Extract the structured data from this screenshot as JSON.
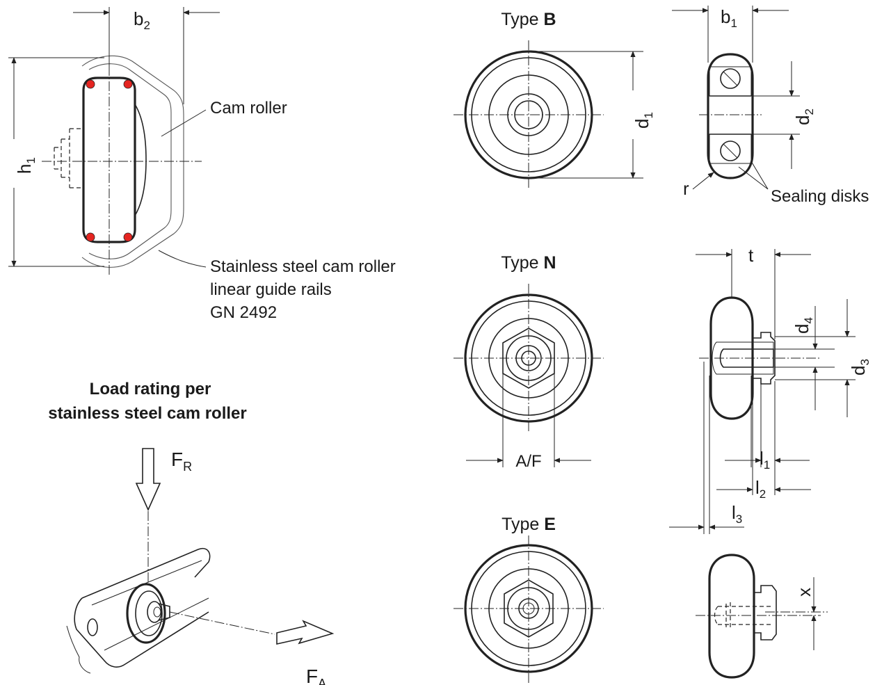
{
  "labels": {
    "b2_main": "b",
    "b2_sub": "2",
    "h1_main": "h",
    "h1_sub": "1",
    "cam_roller": "Cam roller",
    "rail_line1": "Stainless steel cam roller",
    "rail_line2": "linear guide rails",
    "rail_line3": "GN 2492",
    "load_line1": "Load rating per",
    "load_line2": "stainless steel cam roller",
    "fr_main": "F",
    "fr_sub": "R",
    "fa_main": "F",
    "fa_sub": "A",
    "type_word": "Type",
    "type_b": "B",
    "type_n": "N",
    "type_e": "E",
    "d1_main": "d",
    "d1_sub": "1",
    "b1_main": "b",
    "b1_sub": "1",
    "d2_main": "d",
    "d2_sub": "2",
    "r": "r",
    "sealing_disks": "Sealing disks",
    "af": "A/F",
    "t": "t",
    "d4_main": "d",
    "d4_sub": "4",
    "d3_main": "d",
    "d3_sub": "3",
    "l1_main": "l",
    "l1_sub": "1",
    "l2_main": "l",
    "l2_sub": "2",
    "l3_main": "l",
    "l3_sub": "3",
    "x": "x"
  },
  "colors": {
    "line": "#222222",
    "contact_point": "#e52521",
    "hatch": "#333333"
  }
}
